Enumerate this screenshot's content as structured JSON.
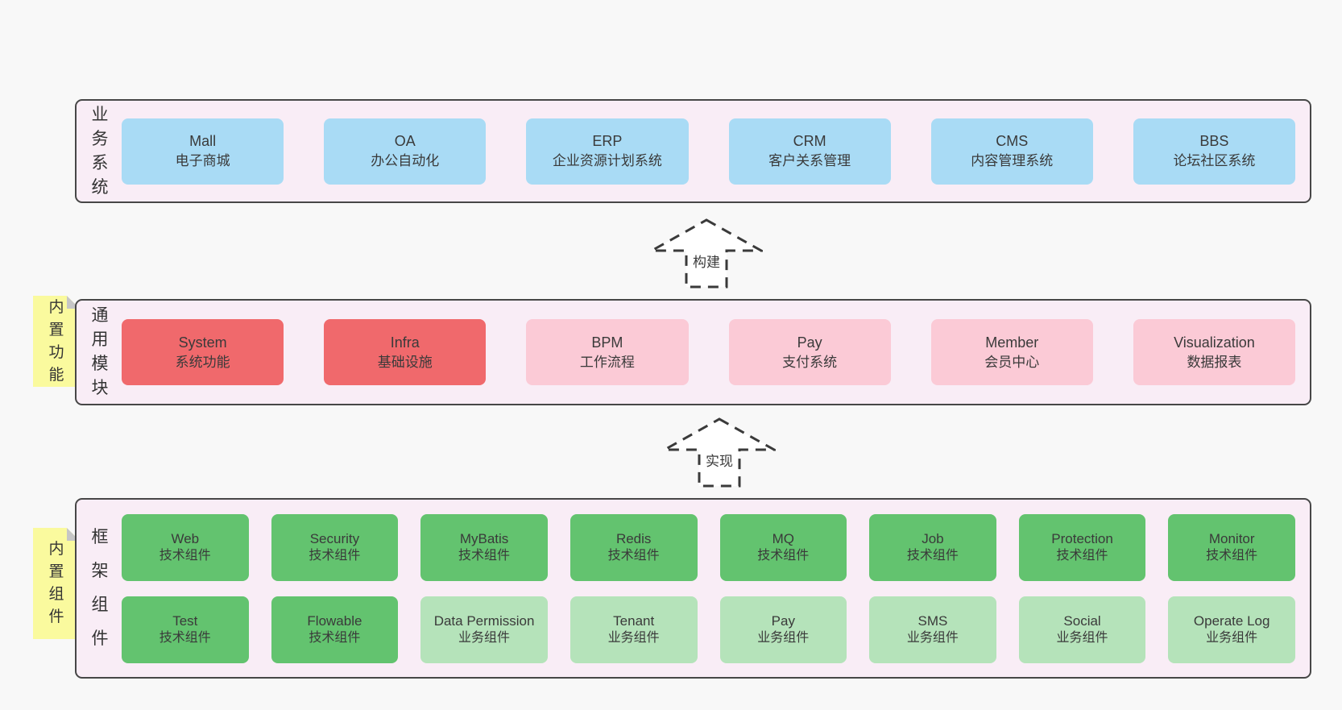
{
  "diagram": {
    "colors": {
      "page_bg": "#f8f8f8",
      "band_bg": "#f9edf6",
      "band_border": "#474747",
      "blue_box": "#a9dbf5",
      "red_box": "#f0696c",
      "pink_box": "#fbcad6",
      "green_box": "#63c36f",
      "light_green_box": "#b5e3ba",
      "sticky_yellow": "#fafa9e",
      "text": "#3a3a3a"
    },
    "arrows": [
      {
        "label": "构建"
      },
      {
        "label": "实现"
      }
    ],
    "bands": [
      {
        "label": "业务系统",
        "boxes": [
          {
            "en": "Mall",
            "zh": "电子商城",
            "variant": "blue"
          },
          {
            "en": "OA",
            "zh": "办公自动化",
            "variant": "blue"
          },
          {
            "en": "ERP",
            "zh": "企业资源计划系统",
            "variant": "blue"
          },
          {
            "en": "CRM",
            "zh": "客户关系管理",
            "variant": "blue"
          },
          {
            "en": "CMS",
            "zh": "内容管理系统",
            "variant": "blue"
          },
          {
            "en": "BBS",
            "zh": "论坛社区系统",
            "variant": "blue"
          }
        ]
      },
      {
        "label": "通用模块",
        "sticky": "内置功能",
        "boxes": [
          {
            "en": "System",
            "zh": "系统功能",
            "variant": "red"
          },
          {
            "en": "Infra",
            "zh": "基础设施",
            "variant": "red"
          },
          {
            "en": "BPM",
            "zh": "工作流程",
            "variant": "pink"
          },
          {
            "en": "Pay",
            "zh": "支付系统",
            "variant": "pink"
          },
          {
            "en": "Member",
            "zh": "会员中心",
            "variant": "pink"
          },
          {
            "en": "Visualization",
            "zh": "数据报表",
            "variant": "pink"
          }
        ]
      },
      {
        "label": "框架组件",
        "sticky": "内置组件",
        "rows": [
          [
            {
              "en": "Web",
              "zh": "技术组件",
              "variant": "green"
            },
            {
              "en": "Security",
              "zh": "技术组件",
              "variant": "green"
            },
            {
              "en": "MyBatis",
              "zh": "技术组件",
              "variant": "green"
            },
            {
              "en": "Redis",
              "zh": "技术组件",
              "variant": "green"
            },
            {
              "en": "MQ",
              "zh": "技术组件",
              "variant": "green"
            },
            {
              "en": "Job",
              "zh": "技术组件",
              "variant": "green"
            },
            {
              "en": "Protection",
              "zh": "技术组件",
              "variant": "green"
            },
            {
              "en": "Monitor",
              "zh": "技术组件",
              "variant": "green"
            }
          ],
          [
            {
              "en": "Test",
              "zh": "技术组件",
              "variant": "green"
            },
            {
              "en": "Flowable",
              "zh": "技术组件",
              "variant": "green"
            },
            {
              "en": "Data Permission",
              "zh": "业务组件",
              "variant": "lightgreen"
            },
            {
              "en": "Tenant",
              "zh": "业务组件",
              "variant": "lightgreen"
            },
            {
              "en": "Pay",
              "zh": "业务组件",
              "variant": "lightgreen"
            },
            {
              "en": "SMS",
              "zh": "业务组件",
              "variant": "lightgreen"
            },
            {
              "en": "Social",
              "zh": "业务组件",
              "variant": "lightgreen"
            },
            {
              "en": "Operate Log",
              "zh": "业务组件",
              "variant": "lightgreen"
            }
          ]
        ]
      }
    ]
  }
}
